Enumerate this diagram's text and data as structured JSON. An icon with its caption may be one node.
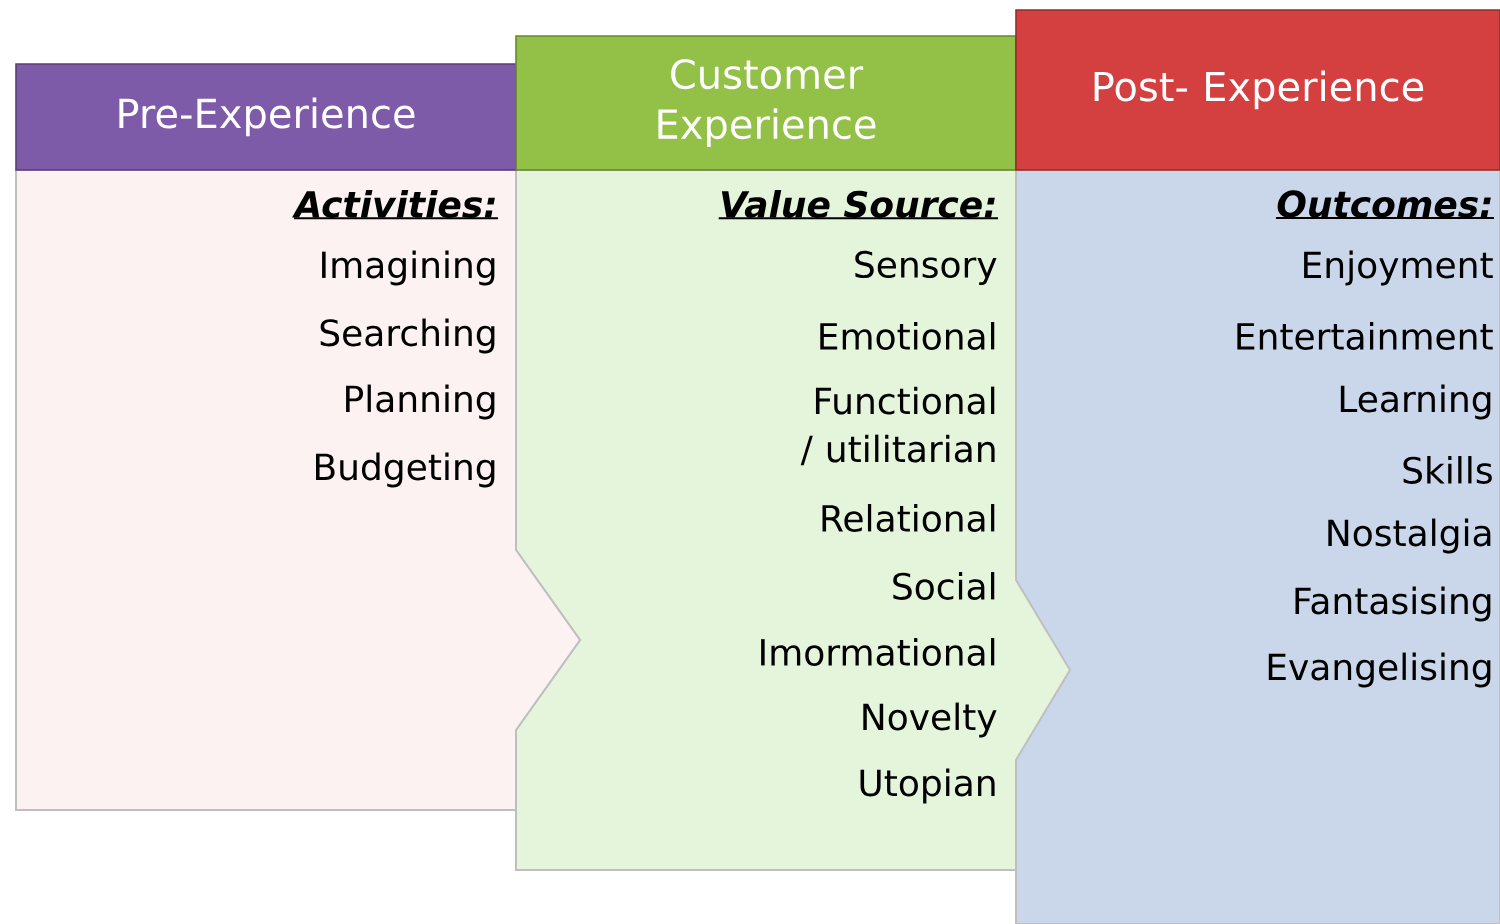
{
  "diagram": {
    "nodes": [
      {
        "text": [
          "Pre-Experience"
        ]
      },
      {
        "text": [
          "Customer Experience"
        ]
      },
      {
        "text": [
          "Post- Experience"
        ]
      },
      {
        "text": [
          "Activities:",
          "Imagining",
          "Searching",
          "Planning",
          "Budgeting"
        ]
      },
      {
        "text": [
          "Value Source:",
          "Sensory",
          "Emotional",
          "Functional / utilitarian",
          "Relational",
          "Social",
          "Imormational",
          "Novelty",
          "Utopian"
        ]
      },
      {
        "text": [
          "Outcomes:",
          "Enjoyment",
          "Entertainment",
          "Learning",
          "Skills",
          "Nostalgia",
          "Fantasising",
          "Evangelising"
        ]
      }
    ]
  }
}
